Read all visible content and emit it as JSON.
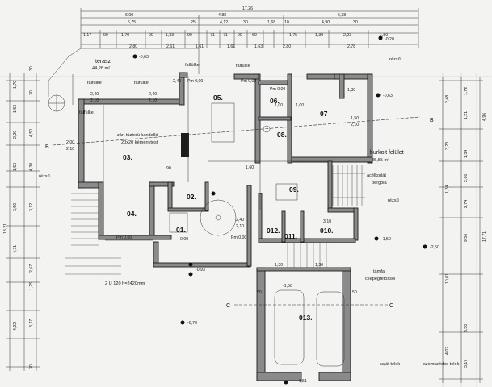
{
  "top_dimensions": {
    "row1": [
      "17,26"
    ],
    "row2": [
      "6,00",
      "4,88",
      "6,38"
    ],
    "row3": [
      "5,75",
      "25",
      "4,12",
      "30",
      "1,68",
      "10",
      "4,90",
      "30"
    ],
    "row4": [
      "1,17",
      "90",
      "1,70",
      "90",
      "1,33",
      "90",
      "71",
      "71",
      "90",
      "60",
      "1,75",
      "1,30",
      "2,23",
      "1,50"
    ],
    "row5": [
      "2,80",
      "2,61",
      "1,61",
      "1,61",
      "1,63",
      "2,80",
      "2,78"
    ]
  },
  "rooms": [
    {
      "id": "05.",
      "area": ""
    },
    {
      "id": "06.",
      "area": ""
    },
    {
      "id": "07",
      "area": ""
    },
    {
      "id": "08.",
      "area": ""
    },
    {
      "id": "03.",
      "area": ""
    },
    {
      "id": "02.",
      "area": ""
    },
    {
      "id": "09.",
      "area": ""
    },
    {
      "id": "04.",
      "area": ""
    },
    {
      "id": "01.",
      "area": ""
    },
    {
      "id": "012.",
      "area": ""
    },
    {
      "id": "011.",
      "area": ""
    },
    {
      "id": "010.",
      "area": ""
    },
    {
      "id": "013.",
      "area": ""
    }
  ],
  "labels": {
    "terasz": "terasz",
    "terasz_area": "44,28 m²",
    "falfulke_1": "falfülke",
    "falfulke_2": "falfülke",
    "falfulke_3": "falfülke",
    "falfulke_4": "falfülke",
    "falfulke_5": "falfülke",
    "kandallo": "zárt tüzterü kandalló",
    "kemenytest": "20x20 kéménytest",
    "burkolt": "burkolt felület",
    "burkolt_area": "35,85 m²",
    "acelkorlat": "acélkorlát",
    "pergola": "pergola",
    "rezsu_1": "rézsű",
    "rezsu_2": "rézsű",
    "rezsu_3": "rézsű",
    "tamfal": "támfal",
    "csepegteto": "csepegtetőssel",
    "lepcso": "2 U 120 h=2420mm",
    "sajat_telek": "saját telek",
    "szomszedos_telek": "szomszédos telek",
    "section_b_left": "B",
    "section_b_right": "B",
    "section_c_left": "C",
    "section_c_right": "C"
  },
  "levels": {
    "l1": "-0,20",
    "l2": "-0,63",
    "l3": "-0,63",
    "l4": "-1,50",
    "l5": "-2,50",
    "l6": "-1,50",
    "l7": "-0,93",
    "l8": "-0,70",
    "l9": "-1,51",
    "l10": "+0,00",
    "pm1": "Pm 0,00",
    "pm2": "Pm 0,00",
    "pm3": "Pm 0,00",
    "pm4": "Pm 0,00",
    "pm5": "Pm 0,00"
  },
  "left_dimensions": [
    "30",
    "1,70",
    "30",
    "1,53",
    "2,20",
    "4,50",
    "4,30",
    "1,53",
    "3,50",
    "18,21",
    "3,12",
    "4,71",
    "2,67",
    "1,25",
    "3,17",
    "4,92",
    "30"
  ],
  "right_dimensions": [
    "2,48",
    "1,72",
    "3,23",
    "1,24",
    "2,74",
    "9,56",
    "17,71",
    "5,50",
    "10,01",
    "4,02",
    "3,17",
    "4,96",
    "1,34",
    "1,51",
    "2,66"
  ],
  "interior_dims": {
    "d1": "2,40",
    "d2": "2,10",
    "d3": "2,40",
    "d4": "2,10",
    "d5": "1,00",
    "d6": "1,00",
    "d7": "1,30",
    "d8": "1,60",
    "d9": "2,00",
    "d10": "2,10",
    "d11": "1,50",
    "d12": "2,10",
    "d13": "90",
    "d14": "2,40",
    "d15": "1,30",
    "d16": "1,30",
    "d17": "50",
    "d18": "50",
    "d19": "2,40",
    "d20": "2,10",
    "d21": "3,10"
  }
}
